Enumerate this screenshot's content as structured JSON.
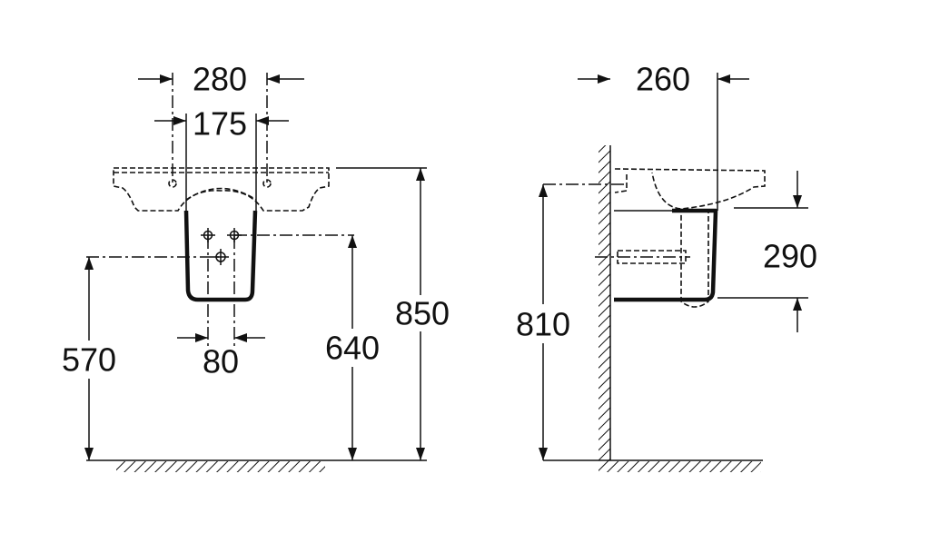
{
  "title": "Washbasin with semi-pedestal dimension drawing",
  "front_view": {
    "dimensions": {
      "fixing_hole_spacing_outer": "280",
      "fixing_hole_spacing_inner": "175",
      "waste_spacing": "80",
      "waste_height": "570",
      "supply_height": "640",
      "basin_height": "850"
    }
  },
  "side_view": {
    "dimensions": {
      "projection": "260",
      "pedestal_height": "290",
      "fixing_height": "810"
    }
  }
}
